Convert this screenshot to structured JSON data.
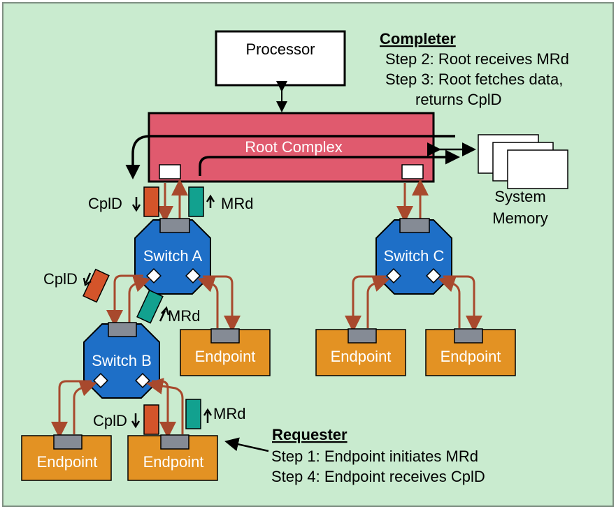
{
  "processor": {
    "label": "Processor"
  },
  "root_complex": {
    "label": "Root Complex"
  },
  "memory": {
    "line1": "System",
    "line2": "Memory"
  },
  "switches": {
    "a": "Switch A",
    "b": "Switch B",
    "c": "Switch C"
  },
  "endpoints": {
    "label": "Endpoint"
  },
  "packets": {
    "cpld": "CplD",
    "mrd": "MRd"
  },
  "completer": {
    "title": "Completer",
    "step2": "Step 2: Root receives MRd",
    "step3a": "Step 3: Root fetches data,",
    "step3b": "returns CplD"
  },
  "requester": {
    "title": "Requester",
    "step1": "Step 1: Endpoint initiates MRd",
    "step4": "Step 4: Endpoint receives CplD"
  },
  "colors": {
    "background": "#c9ebcf",
    "root_complex": "#e05a6e",
    "switch": "#1e6fc7",
    "endpoint": "#e39223",
    "cpld_packet": "#d4542a",
    "mrd_packet": "#12a18f",
    "link": "#a8492d",
    "port": "#858b95"
  }
}
